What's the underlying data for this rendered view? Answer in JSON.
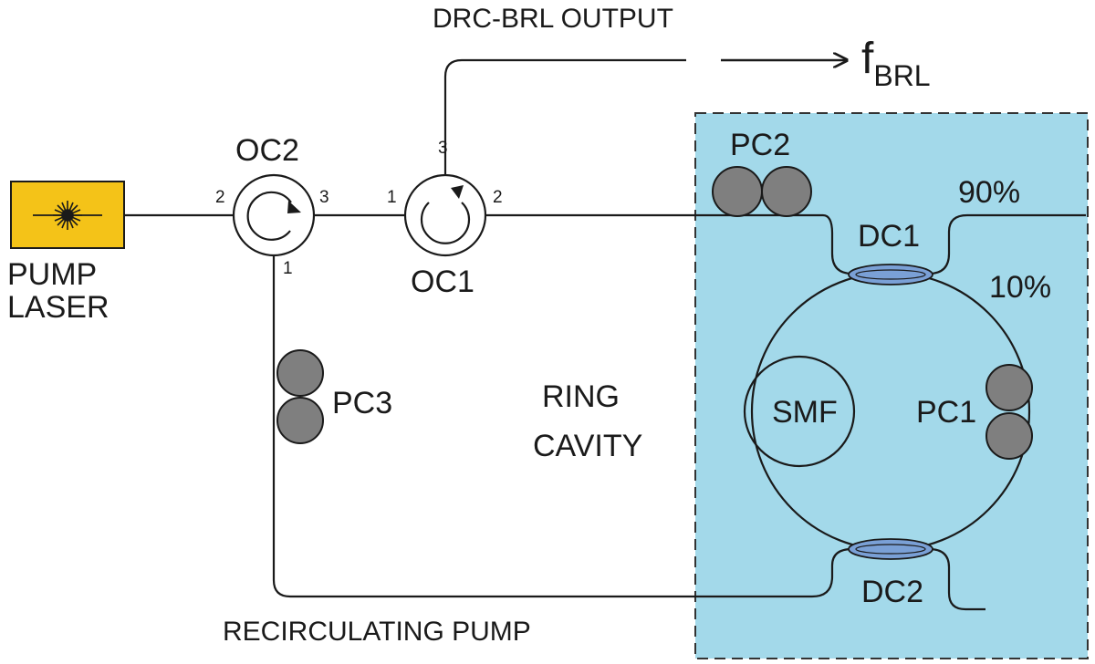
{
  "colors": {
    "cavity_box": "#a3d9ea",
    "laser_box": "#f4c318",
    "polarization_paddle": "#7f7f7f",
    "coupler_fill": "#7aa0d6",
    "line": "#1a1a1a"
  },
  "labels": {
    "output_title": "DRC-BRL OUTPUT",
    "f_symbol": "f",
    "f_subscript": "BRL",
    "pump_laser_line1": "PUMP",
    "pump_laser_line2": "LASER",
    "oc2": "OC2",
    "oc1": "OC1",
    "pc1": "PC1",
    "pc2": "PC2",
    "pc3": "PC3",
    "dc1": "DC1",
    "dc2": "DC2",
    "smf": "SMF",
    "ratio_90": "90%",
    "ratio_10": "10%",
    "ring_cavity_line1": "RING",
    "ring_cavity_line2": "CAVITY",
    "recirculating_pump": "RECIRCULATING PUMP"
  },
  "ports": {
    "oc2_port_1": "1",
    "oc2_port_2": "2",
    "oc2_port_3": "3",
    "oc1_port_1": "1",
    "oc1_port_2": "2",
    "oc1_port_3": "3"
  },
  "icons": {
    "laser": "laser-starburst-icon",
    "circulator_oc2": "circulator-clockwise-icon",
    "circulator_oc1": "circulator-counterclockwise-icon"
  }
}
